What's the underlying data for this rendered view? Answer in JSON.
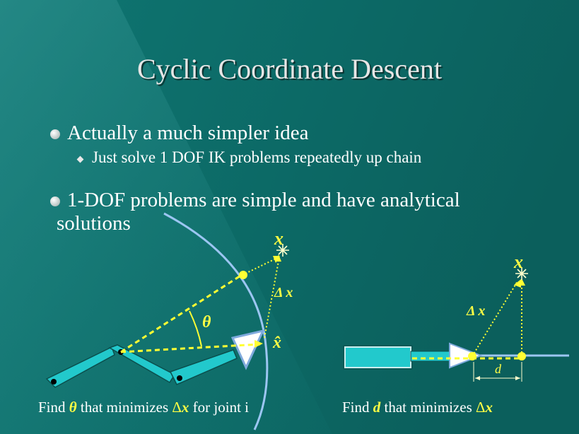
{
  "slide": {
    "title": "Cyclic Coordinate Descent",
    "bullets": [
      {
        "text": "Actually a much simpler idea",
        "sub": [
          "Just solve 1 DOF IK problems repeatedly up chain"
        ]
      },
      {
        "line1": "1-DOF problems are simple and have analytical",
        "line2": "solutions"
      }
    ]
  },
  "diagram_left": {
    "target_label": "x",
    "delta_label": "Δ x",
    "angle_label": "θ",
    "effector_label": "x̂",
    "caption": {
      "pre": "Find ",
      "symbol": "θ",
      "mid": " that minimizes ",
      "delta": "Δ",
      "var": "x",
      "post": " for joint i"
    }
  },
  "diagram_right": {
    "target_label": "x",
    "delta_label": "Δ x",
    "distance_label": "d",
    "caption": {
      "pre": "Find ",
      "symbol": "d",
      "mid": " that minimizes ",
      "delta": "Δ",
      "var": "x"
    }
  },
  "colors": {
    "background": "#0f6e6b",
    "link_fill": "#22c9cc",
    "dashed": "#ffff33",
    "arc": "#9cc6f2",
    "title": "#e6e6e6"
  }
}
